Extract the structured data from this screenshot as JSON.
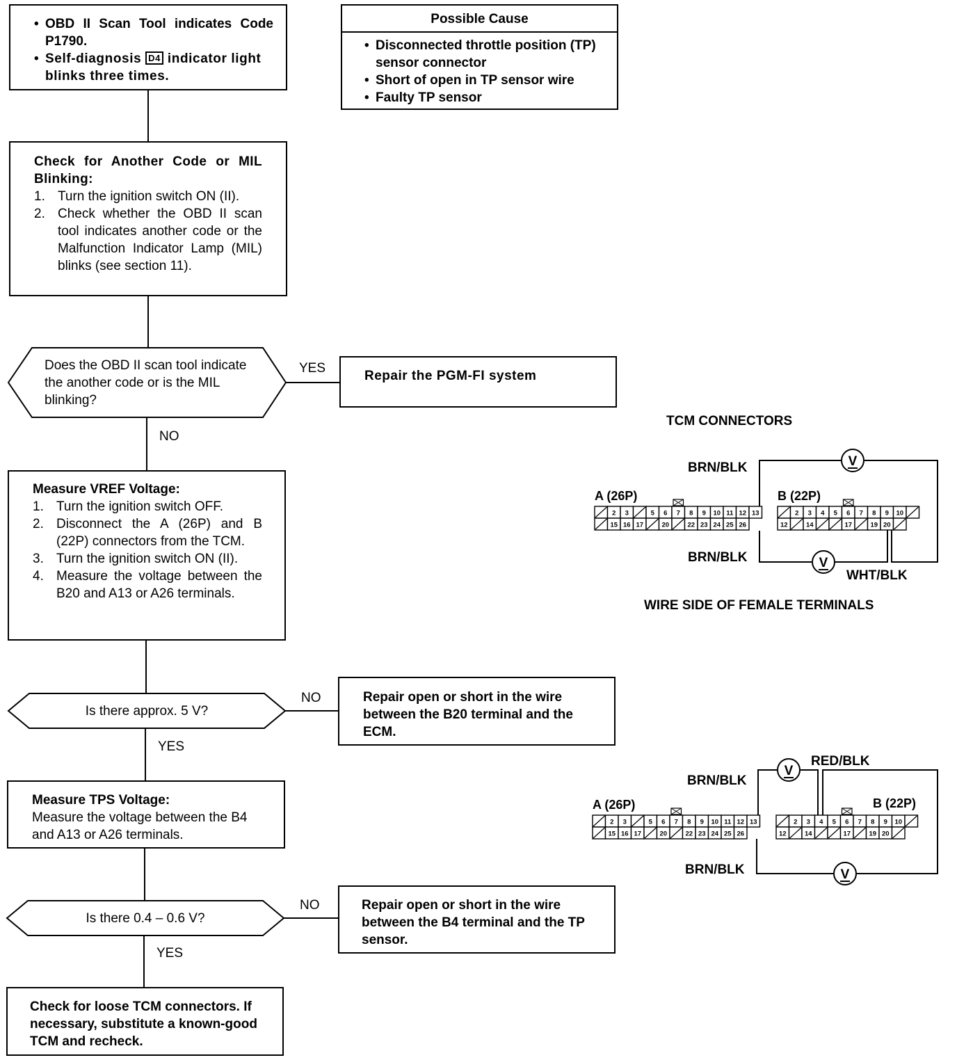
{
  "start_box": {
    "bullet1": "OBD II Scan Tool indicates Code P1790.",
    "bullet2_pre": "Self-diagnosis",
    "bullet2_icon": "D4",
    "bullet2_post": "indicator light blinks three times."
  },
  "possible_cause": {
    "title": "Possible Cause",
    "items": [
      "Disconnected throttle position (TP) sensor connector",
      "Short of open in TP sensor wire",
      "Faulty TP sensor"
    ]
  },
  "check_box": {
    "title": "Check for Another Code or MIL Blinking:",
    "steps": [
      {
        "n": "1.",
        "t": "Turn the ignition switch ON (II)."
      },
      {
        "n": "2.",
        "t": "Check whether the OBD II scan tool indicates another code or the Malfunction Indicator Lamp (MIL) blinks (see section 11)."
      }
    ]
  },
  "decision1": {
    "text": "Does the OBD II scan tool indicate the another code or is the MIL blinking?",
    "yes": "YES",
    "no": "NO"
  },
  "repair_pgm": "Repair the PGM-FI system",
  "vref_box": {
    "title": "Measure VREF Voltage:",
    "steps": [
      {
        "n": "1.",
        "t": "Turn the ignition switch OFF."
      },
      {
        "n": "2.",
        "t": "Disconnect the A (26P) and B (22P) connectors from the TCM."
      },
      {
        "n": "3.",
        "t": "Turn the ignition switch ON (II)."
      },
      {
        "n": "4.",
        "t": "Measure the voltage between the B20 and A13 or A26 terminals."
      }
    ]
  },
  "decision2": {
    "text": "Is there approx. 5 V?",
    "no": "NO",
    "yes": "YES"
  },
  "repair_b20": "Repair open or short in the wire between the B20 terminal and the ECM.",
  "tps_box": {
    "title": "Measure TPS Voltage:",
    "text": "Measure the voltage between the B4 and A13 or A26 terminals."
  },
  "decision3": {
    "text": "Is there 0.4 – 0.6 V?",
    "no": "NO",
    "yes": "YES"
  },
  "repair_b4": "Repair open or short in the wire between the B4 terminal and the TP sensor.",
  "final_box": "Check for loose TCM connectors. If necessary, substitute a known-good TCM and recheck.",
  "diagram1": {
    "title": "TCM CONNECTORS",
    "wire_top": "BRN/BLK",
    "wire_bottom": "BRN/BLK",
    "wire_right": "WHT/BLK",
    "conn_a": "A (26P)",
    "conn_b": "B (22P)",
    "meter": "V",
    "caption": "WIRE SIDE OF FEMALE TERMINALS"
  },
  "diagram2": {
    "wire_top": "BRN/BLK",
    "wire_red": "RED/BLK",
    "wire_bottom": "BRN/BLK",
    "conn_a": "A (26P)",
    "conn_b": "B (22P)",
    "meter": "V"
  },
  "connector_a": {
    "top": [
      "",
      "2",
      "3",
      "",
      "5",
      "6",
      "7",
      "8",
      "9",
      "10",
      "11",
      "12",
      "13"
    ],
    "bottom": [
      "",
      "15",
      "16",
      "17",
      "",
      "20",
      "",
      "22",
      "23",
      "24",
      "25",
      "26"
    ]
  },
  "connector_b": {
    "top": [
      "",
      "2",
      "3",
      "4",
      "5",
      "6",
      "7",
      "8",
      "9",
      "10",
      ""
    ],
    "bottom": [
      "12",
      "",
      "14",
      "",
      "",
      "17",
      "",
      "19",
      "20",
      ""
    ]
  }
}
